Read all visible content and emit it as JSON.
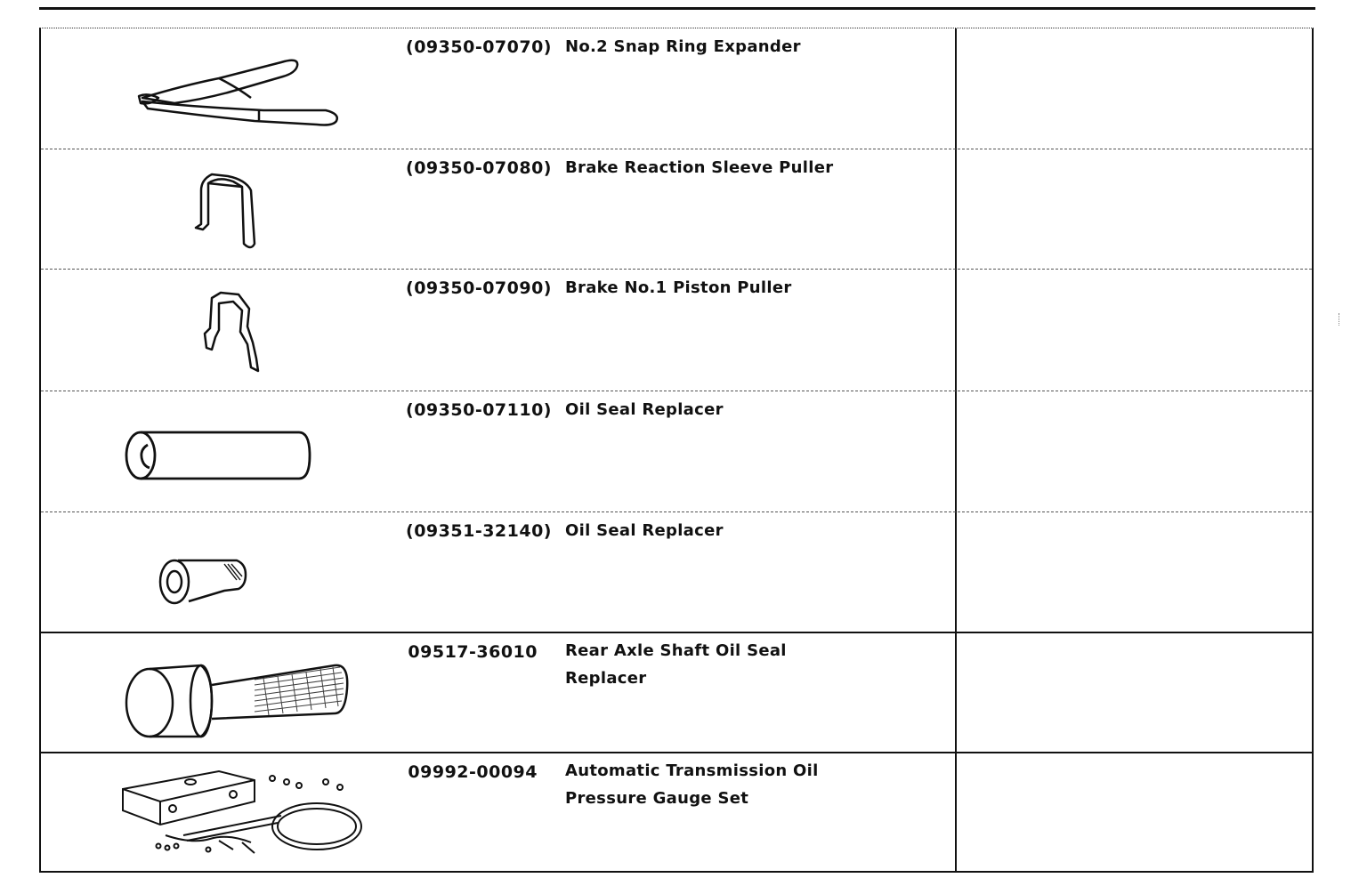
{
  "tools": [
    {
      "part_number": "(09350-07070)",
      "name": "No.2 Snap Ring Expander",
      "icon": "snap-ring-expander-icon"
    },
    {
      "part_number": "(09350-07080)",
      "name": "Brake Reaction Sleeve Puller",
      "icon": "sleeve-puller-icon"
    },
    {
      "part_number": "(09350-07090)",
      "name": "Brake No.1 Piston Puller",
      "icon": "piston-puller-icon"
    },
    {
      "part_number": "(09350-07110)",
      "name": "Oil Seal Replacer",
      "icon": "oil-seal-replacer-tube-icon"
    },
    {
      "part_number": "(09351-32140)",
      "name": "Oil Seal Replacer",
      "icon": "oil-seal-replacer-small-icon"
    },
    {
      "part_number": "09517-36010",
      "name_lines": [
        "Rear Axle Shaft Oil Seal",
        "Replacer"
      ],
      "icon": "axle-seal-replacer-icon"
    },
    {
      "part_number": "09992-00094",
      "name_lines": [
        "Automatic Transmission Oil",
        "Pressure Gauge Set"
      ],
      "icon": "pressure-gauge-set-icon"
    }
  ]
}
